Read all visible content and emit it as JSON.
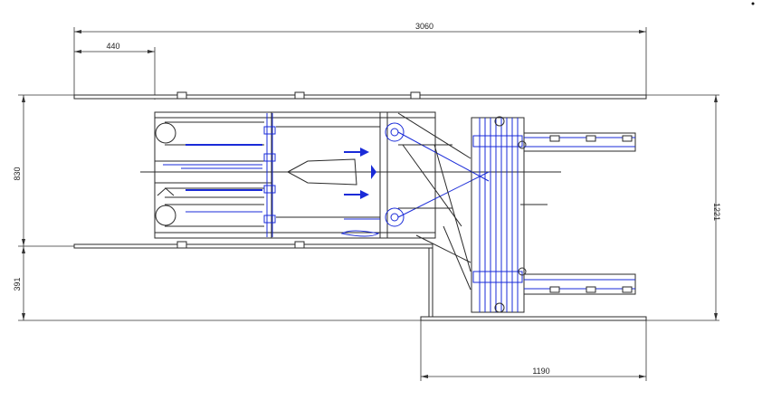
{
  "drawing": {
    "view": "plan",
    "colors": {
      "outline": "#2a2a2a",
      "mechanism": "#1a2bd8",
      "background": "#ffffff"
    },
    "dimensions": {
      "overall_length": "3060",
      "rear_offset": "440",
      "width_main": "830",
      "width_extension": "391",
      "overall_width": "1221",
      "extension_length": "1190"
    }
  }
}
